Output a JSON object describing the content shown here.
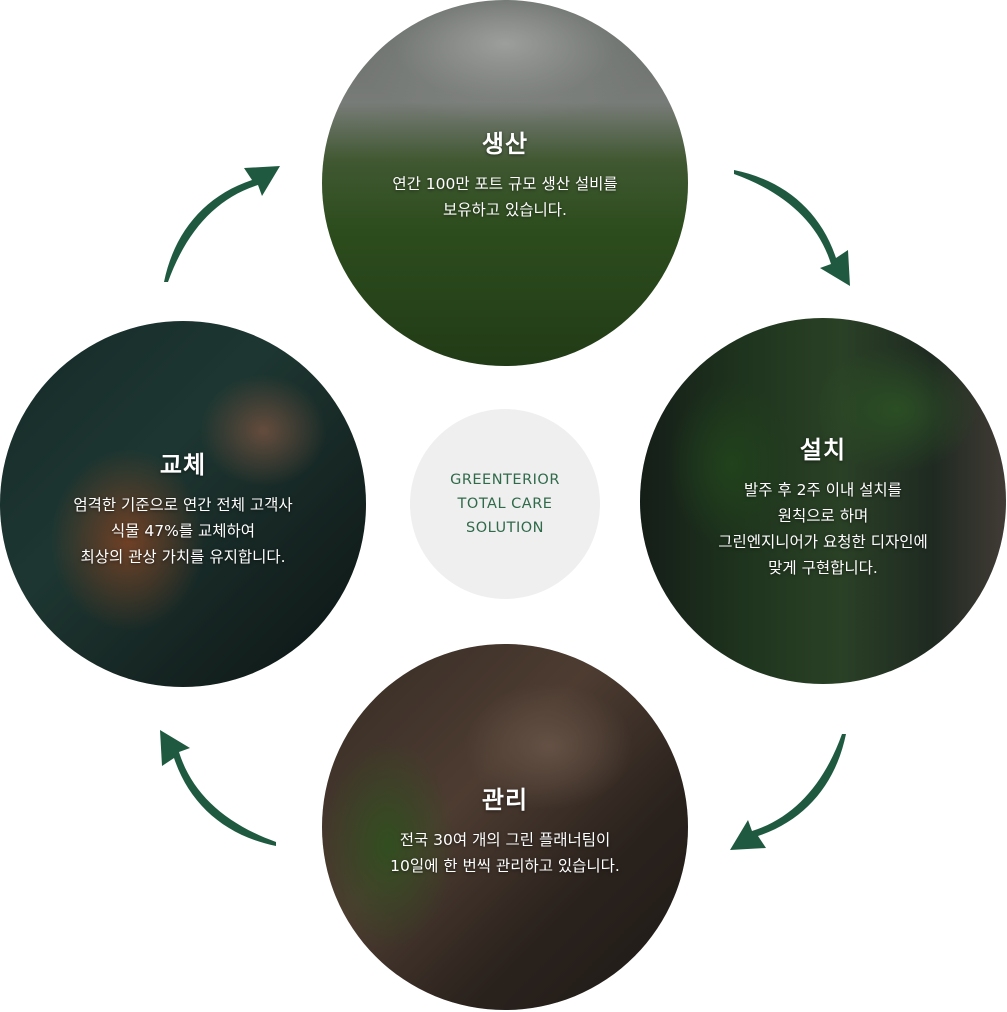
{
  "center": {
    "lines": [
      "GREENTERIOR",
      "TOTAL CARE",
      "SOLUTION"
    ]
  },
  "steps": {
    "production": {
      "title": "생산",
      "description": "연간 100만 포트 규모 생산 설비를\n보유하고 있습니다."
    },
    "install": {
      "title": "설치",
      "description": "발주 후 2주 이내 설치를\n원칙으로 하며\n그린엔지니어가 요청한 디자인에\n맞게 구현합니다."
    },
    "manage": {
      "title": "관리",
      "description": "전국 30여 개의 그린 플래너팀이\n10일에 한 번씩 관리하고 있습니다."
    },
    "replace": {
      "title": "교체",
      "description": "엄격한 기준으로 연간 전체 고객사\n식물 47%를 교체하여\n최상의 관상 가치를 유지합니다."
    }
  },
  "colors": {
    "arrow": "#1f5a40",
    "center_text": "#2f6a4a",
    "center_bg": "#efefef"
  },
  "icons": {
    "arrows": [
      "curved-arrow-icon",
      "curved-arrow-icon",
      "curved-arrow-icon",
      "curved-arrow-icon"
    ]
  }
}
